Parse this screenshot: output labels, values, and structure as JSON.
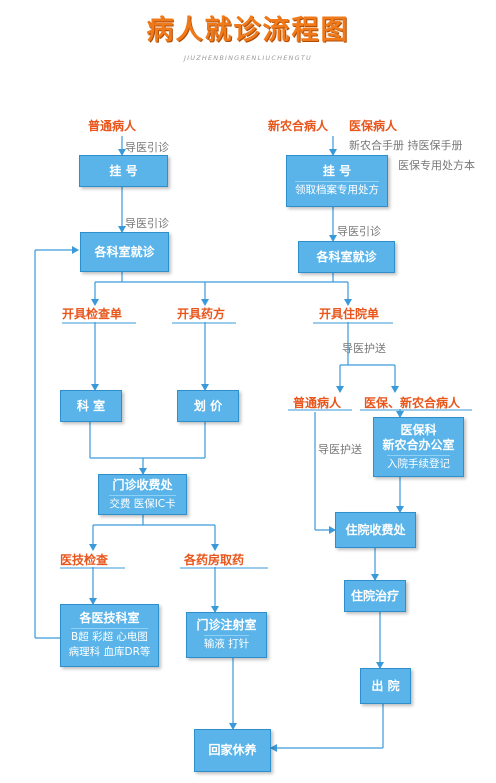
{
  "header": {
    "title": "病人就诊流程图",
    "subtitle": "JIUZHENBINGRENLIUCHENGTU"
  },
  "left": {
    "patient_type": "普通病人",
    "guide1": "导医引诊",
    "register": "挂 号",
    "guide2": "导医引诊",
    "department": "各科室就诊"
  },
  "right": {
    "patient_type_a": "新农合病人",
    "patient_type_b": "医保病人",
    "docs_line1": "新农合手册  持医保手册",
    "docs_line2": "医保专用处方本",
    "register": "挂 号",
    "register_sub": "领取档案专用处方",
    "guide": "导医引诊",
    "department": "各科室就诊"
  },
  "branches": {
    "exam": "开具检查单",
    "prescription": "开具药方",
    "inpatient": "开具住院单"
  },
  "nodes": {
    "dept_room": "科 室",
    "pricing": "划 价",
    "cashier": "门诊收费处",
    "cashier_sub": "交费  医保IC卡",
    "med_exam_label": "医技检查",
    "pharmacy_label": "各药房取药",
    "med_tech": "各医技科室",
    "med_tech_sub1": "B超  彩超  心电图",
    "med_tech_sub2": "病理科  血库DR等",
    "injection": "门诊注射室",
    "injection_sub": "输液  打针",
    "home": "回家休养"
  },
  "inpatient": {
    "guide_care": "导医护送",
    "normal_patient": "普通病人",
    "insured_patient": "医保、新农合病人",
    "office_line1": "医保科",
    "office_line2": "新农合办公室",
    "office_line3": "入院手续登记",
    "guide_care2": "导医护送",
    "cashier": "住院收费处",
    "treatment": "住院治疗",
    "discharge": "出 院"
  },
  "colors": {
    "box": "#5ab4e9",
    "box_border": "#2f8fcb",
    "orange_label": "#e8561c",
    "title": "#f07a1a",
    "line": "#3a9ad9"
  }
}
